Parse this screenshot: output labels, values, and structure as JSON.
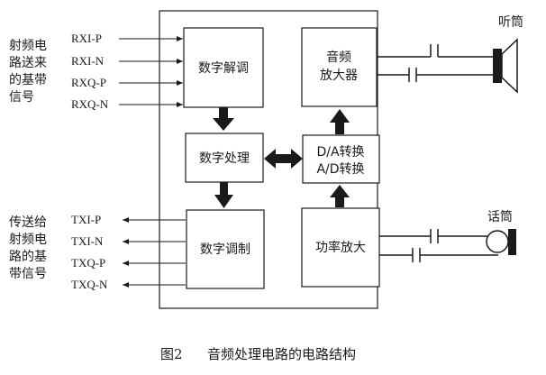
{
  "blocks": {
    "digital_demod": "数字解调",
    "digital_process": "数字处理",
    "digital_mod": "数字调制",
    "audio_amp": [
      "音频",
      "放大器"
    ],
    "da_ad_convert": [
      "D/A转换",
      "A/D转换"
    ],
    "power_amp": "功率放大"
  },
  "inputs": {
    "caption": [
      "射频电",
      "路送来",
      "的基带",
      "信号"
    ],
    "signals": [
      "RXI-P",
      "RXI-N",
      "RXQ-P",
      "RXQ-N"
    ]
  },
  "outputs": {
    "caption": [
      "传送给",
      "射频电",
      "路的基",
      "带信号"
    ],
    "signals": [
      "TXI-P",
      "TXI-N",
      "TXQ-P",
      "TXQ-N"
    ]
  },
  "devices": {
    "earpiece": "听筒",
    "microphone": "话筒"
  },
  "figure": {
    "number": "图2",
    "title": "音频处理电路的电路结构"
  }
}
